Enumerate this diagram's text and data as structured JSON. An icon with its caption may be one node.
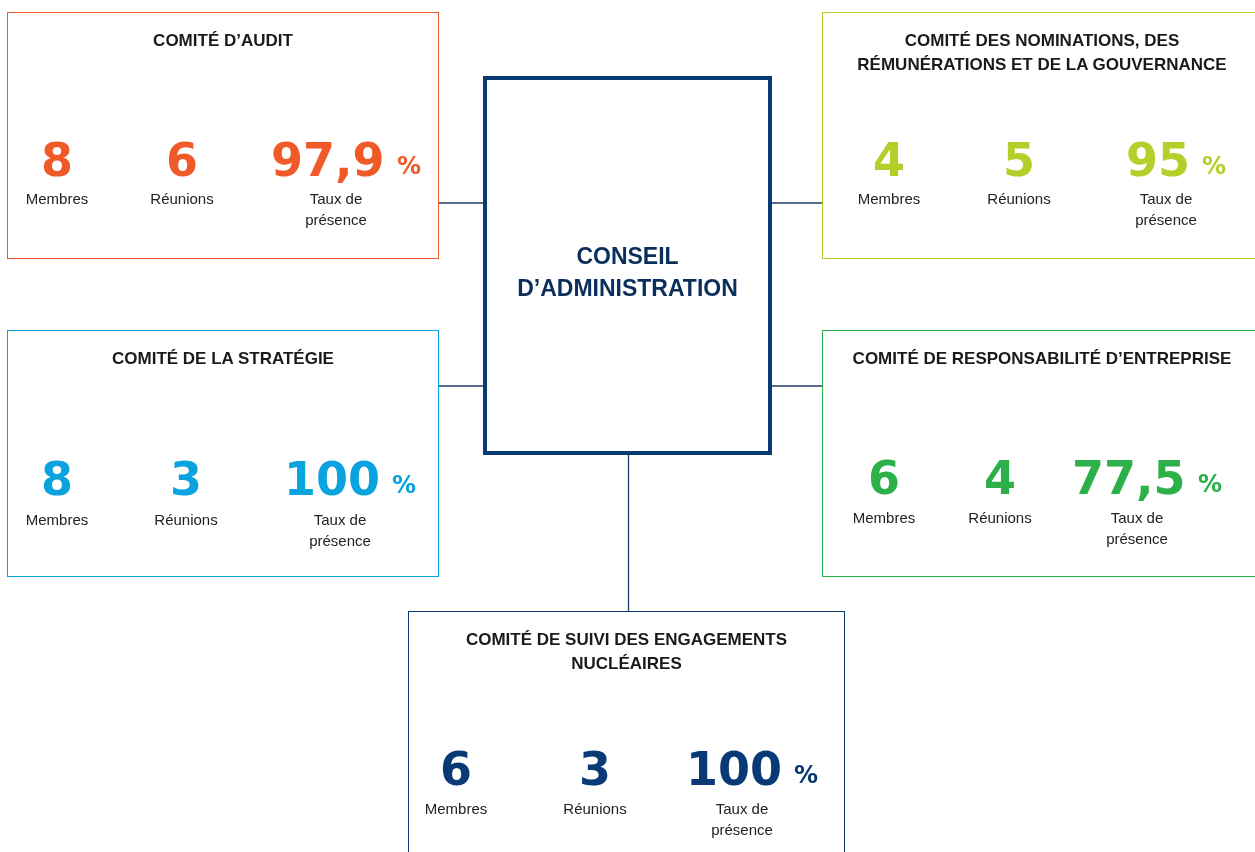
{
  "diagram": {
    "nodes": [
      {
        "text": [
          "COMITÉ D’AUDIT",
          "8",
          "Membres",
          "6",
          "Réunions",
          "97,9",
          "%",
          "Taux de présence"
        ]
      },
      {
        "text": [
          "CONSEIL D’ADMINISTRATION"
        ]
      },
      {
        "text": [
          "COMITÉ DES NOMINATIONS, DES RÉMUNÉRATIONS ET DE LA GOUVERNANCE",
          "4",
          "Membres",
          "5",
          "Réunions",
          "95",
          "%",
          "Taux de présence"
        ]
      },
      {
        "text": [
          "COMITÉ DE LA STRATÉGIE",
          "8",
          "Membres",
          "3",
          "Réunions",
          "100",
          "%",
          "Taux de présence"
        ]
      },
      {
        "text": [
          "COMITÉ DE RESPONSABILITÉ D’ENTREPRISE",
          "6",
          "Membres",
          "4",
          "Réunions",
          "77,5",
          "%",
          "Taux de présence"
        ]
      },
      {
        "text": [
          "COMITÉ DE SUIVI DES ENGAGEMENTS NUCLÉAIRES",
          "6",
          "Membres",
          "3",
          "Réunions",
          "100",
          "%",
          "Taux de présence"
        ]
      }
    ],
    "edges": [
      {
        "from": 1,
        "to": 0,
        "arrow": "none"
      },
      {
        "from": 1,
        "to": 2,
        "arrow": "none"
      },
      {
        "from": 1,
        "to": 3,
        "arrow": "none"
      },
      {
        "from": 1,
        "to": 4,
        "arrow": "none"
      },
      {
        "from": 1,
        "to": 5,
        "arrow": "none"
      }
    ]
  }
}
